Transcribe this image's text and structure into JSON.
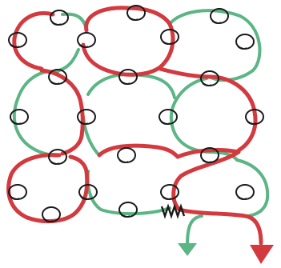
{
  "diagram": {
    "kind": "hand-drawn chain-mail knot grid",
    "rows": 3,
    "columns": 3,
    "colors": {
      "background": "#ffffff",
      "red_strand": "#d33a3f",
      "green_strand": "#5bb585",
      "small_rings": "#1a1a1a"
    },
    "arrows": [
      {
        "color": "green",
        "direction": "down"
      },
      {
        "color": "red",
        "direction": "down"
      }
    ]
  }
}
